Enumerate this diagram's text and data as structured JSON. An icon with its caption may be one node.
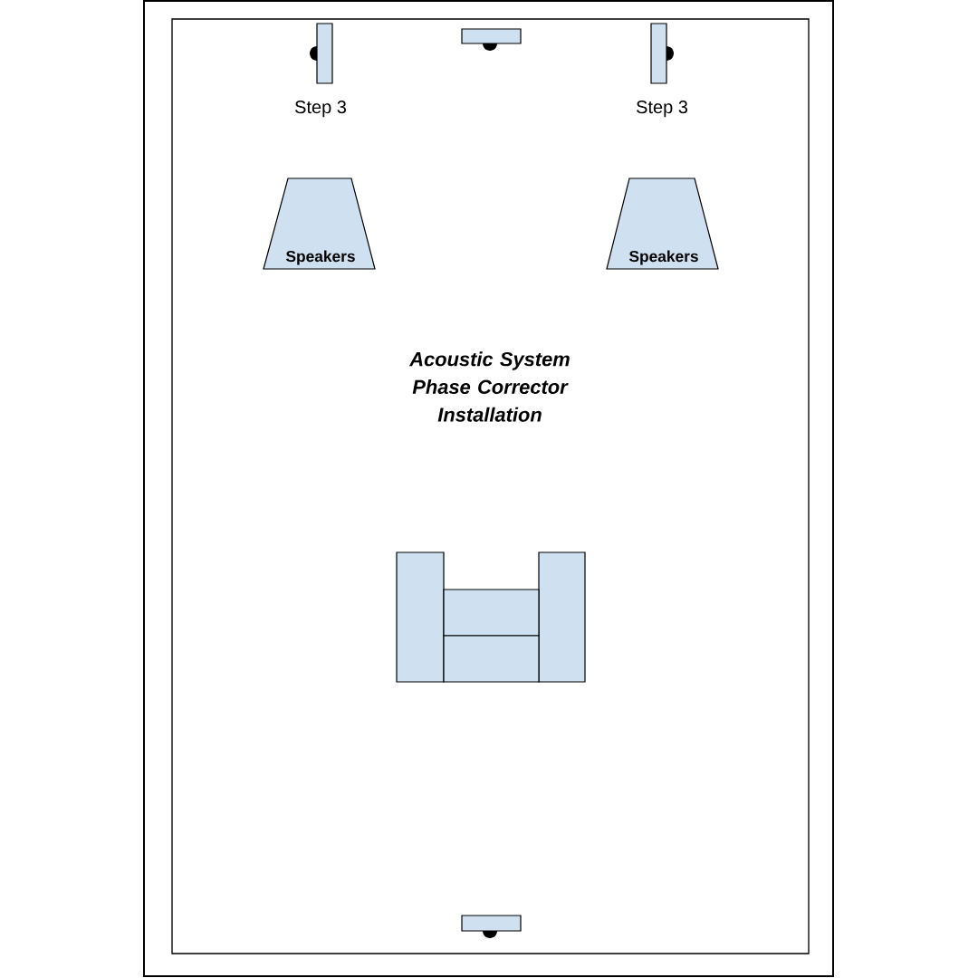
{
  "diagram": {
    "title": "Acoustic System Phase Corrector Installation",
    "nodes": [
      {
        "text": [
          "Speakers"
        ]
      },
      {
        "text": [
          "Speakers"
        ]
      }
    ],
    "edges": [],
    "labels": [
      "Step 3",
      "Step 3"
    ]
  }
}
